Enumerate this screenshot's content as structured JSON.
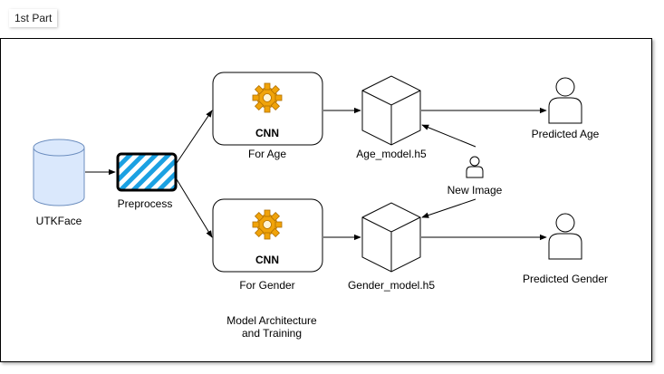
{
  "header": {
    "part_label": "1st Part"
  },
  "dataset": {
    "label": "UTKFace"
  },
  "preprocess": {
    "label": "Preprocess"
  },
  "cnn_age": {
    "title": "CNN",
    "caption": "For Age"
  },
  "cnn_gender": {
    "title": "CNN",
    "caption": "For Gender"
  },
  "age_model": {
    "label": "Age_model.h5"
  },
  "gender_model": {
    "label": "Gender_model.h5"
  },
  "new_image": {
    "label": "New Image"
  },
  "predicted_age": {
    "label": "Predicted Age"
  },
  "predicted_gender": {
    "label": "Predicted Gender"
  },
  "section_note": {
    "line1": "Model Architecture",
    "line2": "and Training"
  },
  "colors": {
    "database_fill": "#dae8fc",
    "database_stroke": "#6c8ebf",
    "hatch": "#1ba1e2",
    "gear": "#f0a30a"
  }
}
